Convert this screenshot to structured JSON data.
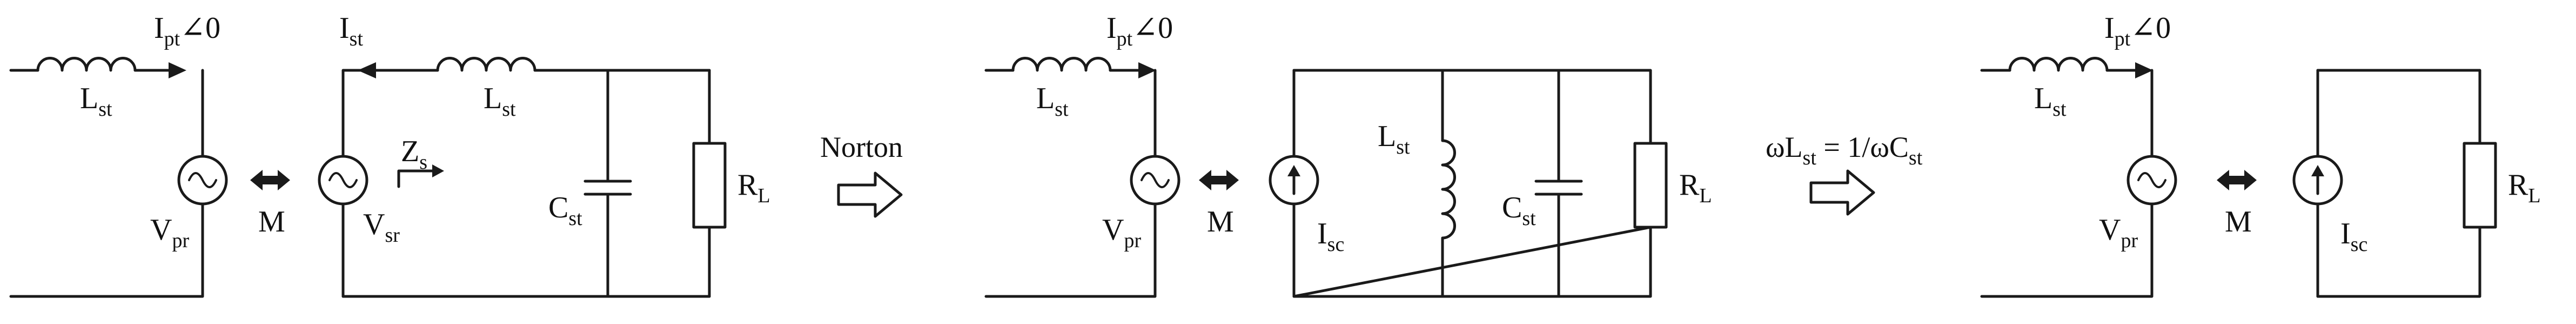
{
  "panels": {
    "left": {
      "primary": {
        "inductor": {
          "main": "L",
          "sub": "st"
        },
        "current": {
          "main": "I",
          "sub": "pt",
          "suffix": "∠0"
        },
        "source": {
          "main": "V",
          "sub": "pr"
        }
      },
      "coupling": "M",
      "secondary": {
        "current": {
          "main": "I",
          "sub": "st"
        },
        "inductor": {
          "main": "L",
          "sub": "st"
        },
        "source": {
          "main": "V",
          "sub": "sr"
        },
        "impedance": {
          "main": "Z",
          "sub": "s"
        },
        "capacitor": {
          "main": "C",
          "sub": "st"
        },
        "load": {
          "main": "R",
          "sub": "L"
        }
      }
    },
    "middle": {
      "primary": {
        "inductor": {
          "main": "L",
          "sub": "st"
        },
        "current": {
          "main": "I",
          "sub": "pt",
          "suffix": "∠0"
        },
        "source": {
          "main": "V",
          "sub": "pr"
        }
      },
      "coupling": "M",
      "secondary": {
        "current_source": {
          "main": "I",
          "sub": "sc"
        },
        "inductor": {
          "main": "L",
          "sub": "st"
        },
        "capacitor": {
          "main": "C",
          "sub": "st"
        },
        "load": {
          "main": "R",
          "sub": "L"
        }
      }
    },
    "right": {
      "primary": {
        "inductor": {
          "main": "L",
          "sub": "st"
        },
        "current": {
          "main": "I",
          "sub": "pt",
          "suffix": "∠0"
        },
        "source": {
          "main": "V",
          "sub": "pr"
        }
      },
      "coupling": "M",
      "secondary": {
        "current_source": {
          "main": "I",
          "sub": "sc"
        },
        "load": {
          "main": "R",
          "sub": "L"
        }
      }
    }
  },
  "transforms": {
    "norton": {
      "label": "Norton"
    },
    "resonance": {
      "a": "ωL",
      "a_sub": "st",
      "eq": " = 1/ωC",
      "b_sub": "st"
    }
  }
}
